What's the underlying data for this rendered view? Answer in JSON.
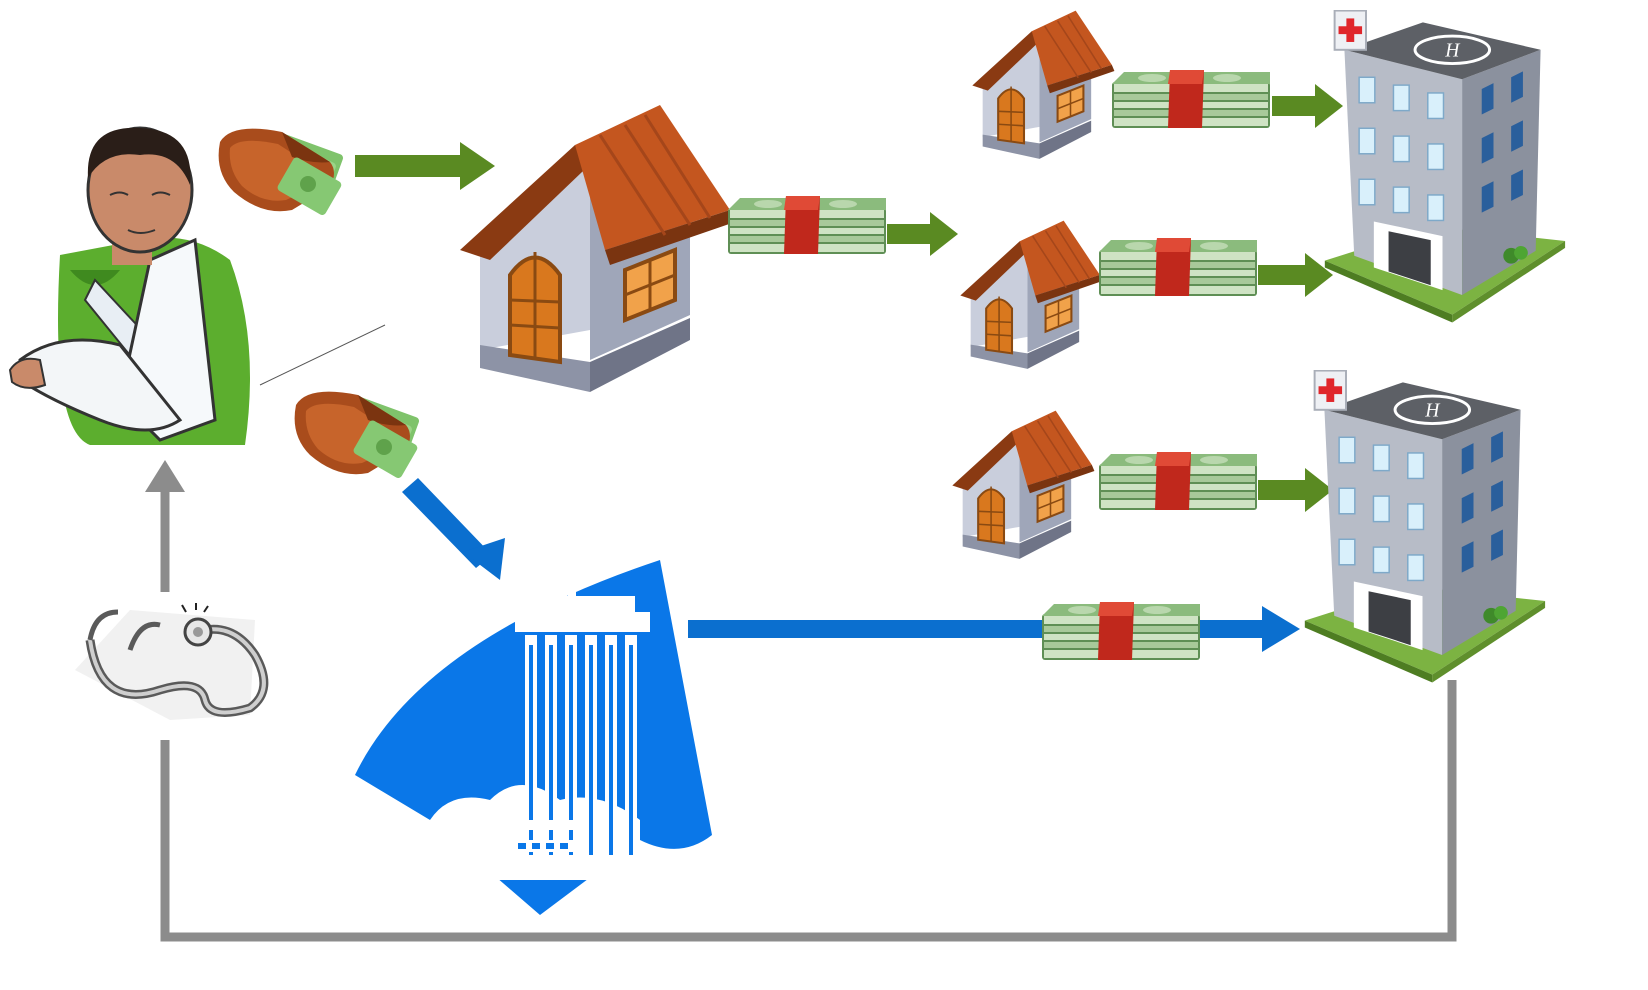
{
  "diagram": {
    "nodes": [
      {
        "id": "patient",
        "icon": "injured-patient-icon"
      },
      {
        "id": "wallet-top",
        "icon": "wallet-icon"
      },
      {
        "id": "wallet-bottom",
        "icon": "wallet-icon"
      },
      {
        "id": "insurer",
        "icon": "house-icon"
      },
      {
        "id": "provider-house-1",
        "icon": "house-icon"
      },
      {
        "id": "provider-house-2",
        "icon": "house-icon"
      },
      {
        "id": "provider-house-3",
        "icon": "house-icon"
      },
      {
        "id": "hospital-1",
        "icon": "hospital-icon"
      },
      {
        "id": "hospital-2",
        "icon": "hospital-icon"
      },
      {
        "id": "government",
        "icon": "government-building-icon"
      },
      {
        "id": "care",
        "icon": "stethoscope-icon"
      }
    ],
    "edges": [
      {
        "id": "patient-to-insurer",
        "color": "green"
      },
      {
        "id": "insurer-to-house-2",
        "color": "green",
        "carries": "money"
      },
      {
        "id": "house-1-to-hospital-1",
        "color": "green",
        "carries": "money"
      },
      {
        "id": "house-2-to-hospital-1",
        "color": "green",
        "carries": "money"
      },
      {
        "id": "house-3-to-hospital-2",
        "color": "green",
        "carries": "money"
      },
      {
        "id": "patient-to-government",
        "color": "blue"
      },
      {
        "id": "government-to-hospital-2",
        "color": "blue",
        "carries": "money"
      },
      {
        "id": "hospital-to-patient-care",
        "color": "gray"
      }
    ]
  },
  "colors": {
    "green-arrow": "#5a8a22",
    "blue-arrow": "#0b6fcf",
    "gray-line": "#8c8c8c",
    "roof": "#c4561f",
    "house-wall": "#b9bfd0",
    "door": "#d9781e",
    "money": "#7fb274",
    "money-band": "#c0281c",
    "government-blue": "#0a77e8",
    "hospital-wall": "#aeb4c0",
    "hospital-roof": "#5d6066",
    "shirt-green": "#5cae2e",
    "skin": "#c98a6a",
    "wallet": "#a94c1c"
  }
}
